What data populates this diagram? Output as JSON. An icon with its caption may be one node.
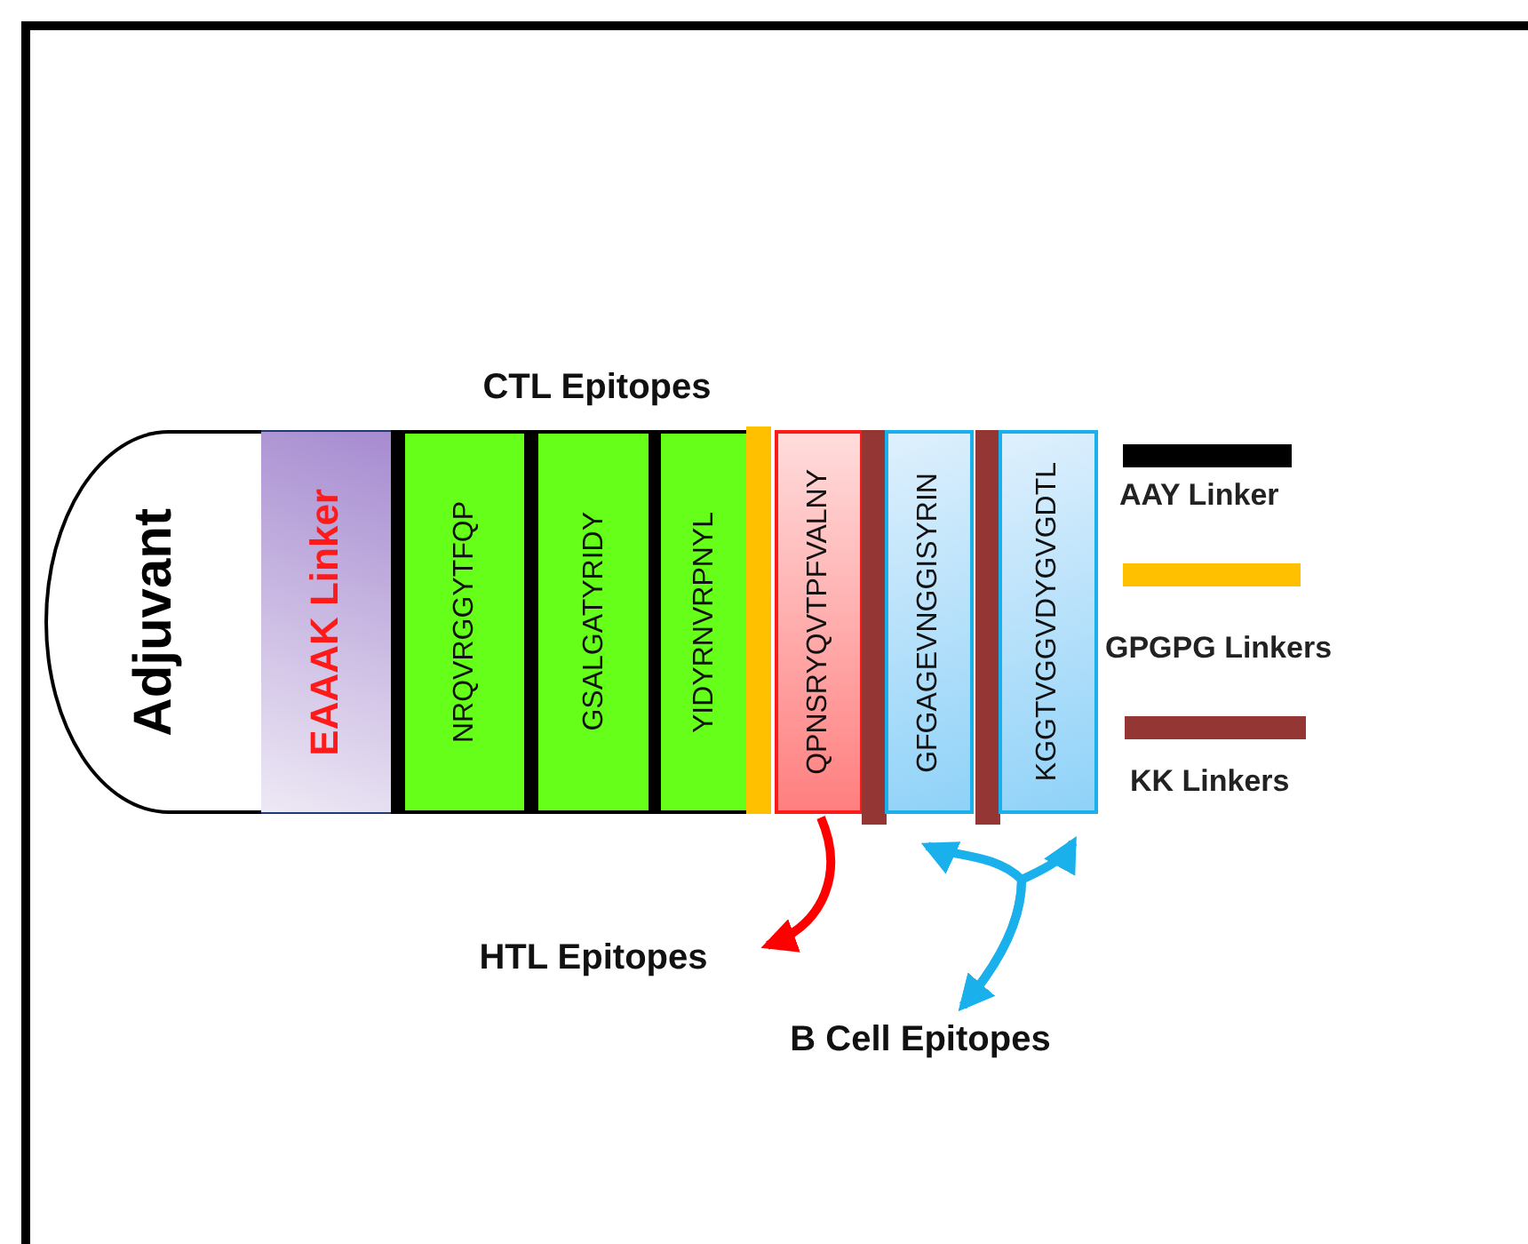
{
  "diagram": {
    "nodes": [
      {
        "text": [
          "Adjuvant"
        ]
      },
      {
        "text": [
          "EAAAK Linker"
        ]
      },
      {
        "text": [],
        "shape": "bar"
      },
      {
        "text": [
          "NRQVRGGYTFQP"
        ]
      },
      {
        "text": [],
        "shape": "bar"
      },
      {
        "text": [
          "GSALGATYRIDY"
        ]
      },
      {
        "text": [],
        "shape": "bar"
      },
      {
        "text": [
          "YIDYRNVRPNYL"
        ]
      },
      {
        "text": [],
        "shape": "bar"
      },
      {
        "text": [
          "QPNSRYQVTPFVALNY"
        ]
      },
      {
        "text": [],
        "shape": "bar"
      },
      {
        "text": [
          "GFGAGEVNGGISYRIN"
        ]
      },
      {
        "text": [],
        "shape": "bar"
      },
      {
        "text": [
          "KGGTVGGVDYGVGDTL"
        ]
      },
      {
        "text": [
          "HTL Epitopes"
        ]
      },
      {
        "text": [
          "B Cell Epitopes"
        ]
      }
    ],
    "edges": [
      {
        "from": 9,
        "to": 14,
        "arrow": "to",
        "color": "#ff0000"
      },
      {
        "from": 15,
        "to": 11,
        "arrow": "both",
        "color": "#1ab0ec"
      },
      {
        "from": 15,
        "to": 13,
        "arrow": "both",
        "color": "#1ab0ec"
      }
    ],
    "labels": [
      "CTL Epitopes"
    ],
    "legend": [
      {
        "text": "AAY Linker",
        "color": "#000000"
      },
      {
        "text": "GPGPG Linkers",
        "color": "#ffc000"
      },
      {
        "text": "KK Linkers",
        "color": "#943634"
      }
    ]
  }
}
